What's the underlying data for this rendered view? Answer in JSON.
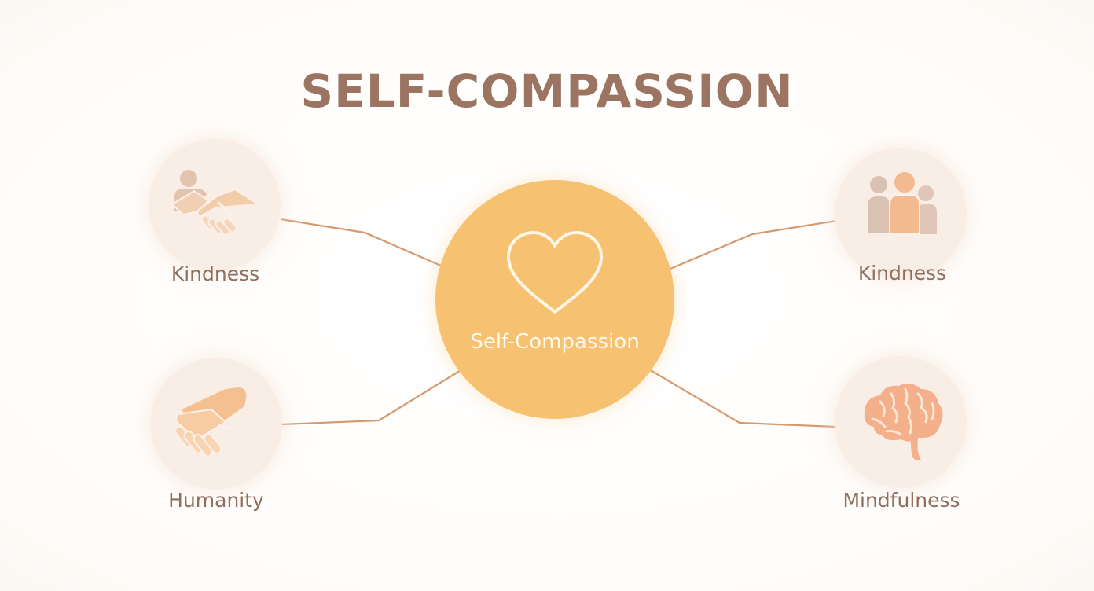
{
  "diagram": {
    "title": "SELF-COMPASSION",
    "center": {
      "label": "Self-Compassion",
      "icon": "heart-icon",
      "color": "#f6c170"
    },
    "nodes": [
      {
        "label": "Kindness",
        "icon": "handshake-icon"
      },
      {
        "label": "Kindness",
        "icon": "people-group-icon"
      },
      {
        "label": "Humanity",
        "icon": "holding-hands-icon"
      },
      {
        "label": "Mindfulness",
        "icon": "brain-icon"
      }
    ],
    "colors": {
      "title": "#9b7562",
      "label": "#8f6f5f",
      "connector": "#d49a6e",
      "node_fill": "#f9eee6",
      "icon_peach": "#f4c193",
      "icon_taupe": "#d9bfb1"
    }
  }
}
